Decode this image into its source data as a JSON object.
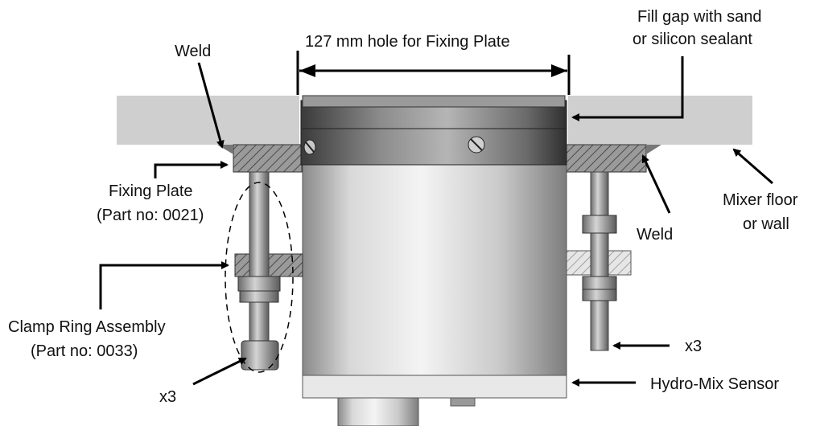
{
  "labels": {
    "hole": "127 mm hole for Fixing Plate",
    "fill_line1": "Fill gap with sand",
    "fill_line2": "or silicon sealant",
    "weld_left": "Weld",
    "weld_right": "Weld",
    "fixing_plate_line1": "Fixing Plate",
    "fixing_plate_line2": "(Part no: 0021)",
    "mixer_line1": "Mixer floor",
    "mixer_line2": "or wall",
    "clamp_line1": "Clamp Ring Assembly",
    "clamp_line2": "(Part no: 0033)",
    "x3_left": "x3",
    "x3_right": "x3",
    "sensor": "Hydro-Mix Sensor"
  }
}
